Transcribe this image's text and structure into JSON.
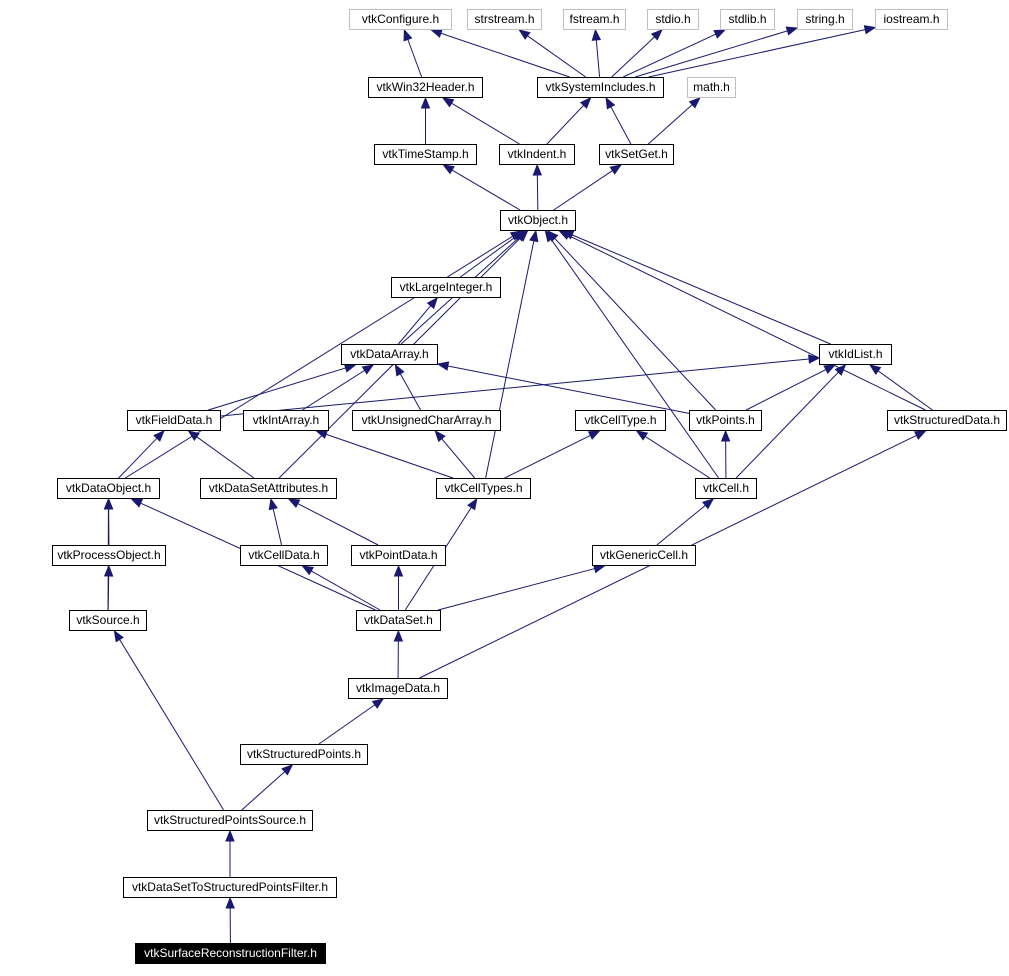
{
  "colors": {
    "edge": "#191970",
    "external_border": "#bfbfbf",
    "node_border": "#000000",
    "focus_bg": "#000000",
    "focus_fg": "#ffffff"
  },
  "nodes": [
    {
      "id": "vtkConfigure",
      "label": "vtkConfigure.h",
      "kind": "ext"
    },
    {
      "id": "strstream",
      "label": "strstream.h",
      "kind": "ext"
    },
    {
      "id": "fstream",
      "label": "fstream.h",
      "kind": "ext"
    },
    {
      "id": "stdio",
      "label": "stdio.h",
      "kind": "ext"
    },
    {
      "id": "stdlib",
      "label": "stdlib.h",
      "kind": "ext"
    },
    {
      "id": "string",
      "label": "string.h",
      "kind": "ext"
    },
    {
      "id": "iostream",
      "label": "iostream.h",
      "kind": "ext"
    },
    {
      "id": "vtkWin32Header",
      "label": "vtkWin32Header.h",
      "kind": "doc"
    },
    {
      "id": "vtkSystemIncludes",
      "label": "vtkSystemIncludes.h",
      "kind": "doc"
    },
    {
      "id": "math",
      "label": "math.h",
      "kind": "ext"
    },
    {
      "id": "vtkTimeStamp",
      "label": "vtkTimeStamp.h",
      "kind": "doc"
    },
    {
      "id": "vtkIndent",
      "label": "vtkIndent.h",
      "kind": "doc"
    },
    {
      "id": "vtkSetGet",
      "label": "vtkSetGet.h",
      "kind": "doc"
    },
    {
      "id": "vtkObject",
      "label": "vtkObject.h",
      "kind": "doc"
    },
    {
      "id": "vtkLargeInteger",
      "label": "vtkLargeInteger.h",
      "kind": "doc"
    },
    {
      "id": "vtkDataArray",
      "label": "vtkDataArray.h",
      "kind": "doc"
    },
    {
      "id": "vtkIdList",
      "label": "vtkIdList.h",
      "kind": "doc"
    },
    {
      "id": "vtkFieldData",
      "label": "vtkFieldData.h",
      "kind": "doc"
    },
    {
      "id": "vtkIntArray",
      "label": "vtkIntArray.h",
      "kind": "doc"
    },
    {
      "id": "vtkUnsignedCharArray",
      "label": "vtkUnsignedCharArray.h",
      "kind": "doc"
    },
    {
      "id": "vtkCellType",
      "label": "vtkCellType.h",
      "kind": "doc"
    },
    {
      "id": "vtkPoints",
      "label": "vtkPoints.h",
      "kind": "doc"
    },
    {
      "id": "vtkStructuredData",
      "label": "vtkStructuredData.h",
      "kind": "doc"
    },
    {
      "id": "vtkDataObject",
      "label": "vtkDataObject.h",
      "kind": "doc"
    },
    {
      "id": "vtkDataSetAttributes",
      "label": "vtkDataSetAttributes.h",
      "kind": "doc"
    },
    {
      "id": "vtkCellTypes",
      "label": "vtkCellTypes.h",
      "kind": "doc"
    },
    {
      "id": "vtkCell",
      "label": "vtkCell.h",
      "kind": "doc"
    },
    {
      "id": "vtkProcessObject",
      "label": "vtkProcessObject.h",
      "kind": "doc"
    },
    {
      "id": "vtkCellData",
      "label": "vtkCellData.h",
      "kind": "doc"
    },
    {
      "id": "vtkPointData",
      "label": "vtkPointData.h",
      "kind": "doc"
    },
    {
      "id": "vtkGenericCell",
      "label": "vtkGenericCell.h",
      "kind": "doc"
    },
    {
      "id": "vtkSource",
      "label": "vtkSource.h",
      "kind": "doc"
    },
    {
      "id": "vtkDataSet",
      "label": "vtkDataSet.h",
      "kind": "doc"
    },
    {
      "id": "vtkImageData",
      "label": "vtkImageData.h",
      "kind": "doc"
    },
    {
      "id": "vtkStructuredPoints",
      "label": "vtkStructuredPoints.h",
      "kind": "doc"
    },
    {
      "id": "vtkStructuredPointsSource",
      "label": "vtkStructuredPointsSource.h",
      "kind": "doc"
    },
    {
      "id": "vtkDataSetToStructuredPointsFilter",
      "label": "vtkDataSetToStructuredPointsFilter.h",
      "kind": "doc"
    },
    {
      "id": "vtkSurfaceReconstructionFilter",
      "label": "vtkSurfaceReconstructionFilter.h",
      "kind": "focus"
    }
  ],
  "edges": [
    [
      "vtkWin32Header",
      "vtkConfigure"
    ],
    [
      "vtkSystemIncludes",
      "vtkConfigure"
    ],
    [
      "vtkSystemIncludes",
      "strstream"
    ],
    [
      "vtkSystemIncludes",
      "fstream"
    ],
    [
      "vtkSystemIncludes",
      "stdio"
    ],
    [
      "vtkSystemIncludes",
      "stdlib"
    ],
    [
      "vtkSystemIncludes",
      "string"
    ],
    [
      "vtkSystemIncludes",
      "iostream"
    ],
    [
      "vtkTimeStamp",
      "vtkWin32Header"
    ],
    [
      "vtkIndent",
      "vtkWin32Header"
    ],
    [
      "vtkIndent",
      "vtkSystemIncludes"
    ],
    [
      "vtkSetGet",
      "vtkSystemIncludes"
    ],
    [
      "vtkSetGet",
      "math"
    ],
    [
      "vtkObject",
      "vtkTimeStamp"
    ],
    [
      "vtkObject",
      "vtkIndent"
    ],
    [
      "vtkObject",
      "vtkSetGet"
    ],
    [
      "vtkLargeInteger",
      "vtkObject"
    ],
    [
      "vtkDataArray",
      "vtkObject"
    ],
    [
      "vtkDataArray",
      "vtkLargeInteger"
    ],
    [
      "vtkIdList",
      "vtkObject"
    ],
    [
      "vtkFieldData",
      "vtkDataArray"
    ],
    [
      "vtkFieldData",
      "vtkIdList"
    ],
    [
      "vtkIntArray",
      "vtkDataArray"
    ],
    [
      "vtkUnsignedCharArray",
      "vtkDataArray"
    ],
    [
      "vtkPoints",
      "vtkDataArray"
    ],
    [
      "vtkPoints",
      "vtkObject"
    ],
    [
      "vtkPoints",
      "vtkIdList"
    ],
    [
      "vtkStructuredData",
      "vtkObject"
    ],
    [
      "vtkStructuredData",
      "vtkIdList"
    ],
    [
      "vtkDataObject",
      "vtkObject"
    ],
    [
      "vtkDataObject",
      "vtkFieldData"
    ],
    [
      "vtkDataSetAttributes",
      "vtkObject"
    ],
    [
      "vtkDataSetAttributes",
      "vtkFieldData"
    ],
    [
      "vtkCellTypes",
      "vtkObject"
    ],
    [
      "vtkCellTypes",
      "vtkIntArray"
    ],
    [
      "vtkCellTypes",
      "vtkUnsignedCharArray"
    ],
    [
      "vtkCellTypes",
      "vtkCellType"
    ],
    [
      "vtkCell",
      "vtkObject"
    ],
    [
      "vtkCell",
      "vtkCellType"
    ],
    [
      "vtkCell",
      "vtkPoints"
    ],
    [
      "vtkCell",
      "vtkIdList"
    ],
    [
      "vtkProcessObject",
      "vtkDataObject"
    ],
    [
      "vtkCellData",
      "vtkDataSetAttributes"
    ],
    [
      "vtkPointData",
      "vtkDataSetAttributes"
    ],
    [
      "vtkGenericCell",
      "vtkCell"
    ],
    [
      "vtkSource",
      "vtkDataObject"
    ],
    [
      "vtkSource",
      "vtkProcessObject"
    ],
    [
      "vtkDataSet",
      "vtkDataObject"
    ],
    [
      "vtkDataSet",
      "vtkCellData"
    ],
    [
      "vtkDataSet",
      "vtkPointData"
    ],
    [
      "vtkDataSet",
      "vtkCellTypes"
    ],
    [
      "vtkDataSet",
      "vtkGenericCell"
    ],
    [
      "vtkImageData",
      "vtkDataSet"
    ],
    [
      "vtkImageData",
      "vtkStructuredData"
    ],
    [
      "vtkStructuredPoints",
      "vtkImageData"
    ],
    [
      "vtkStructuredPointsSource",
      "vtkSource"
    ],
    [
      "vtkStructuredPointsSource",
      "vtkStructuredPoints"
    ],
    [
      "vtkDataSetToStructuredPointsFilter",
      "vtkStructuredPointsSource"
    ],
    [
      "vtkSurfaceReconstructionFilter",
      "vtkDataSetToStructuredPointsFilter"
    ]
  ]
}
